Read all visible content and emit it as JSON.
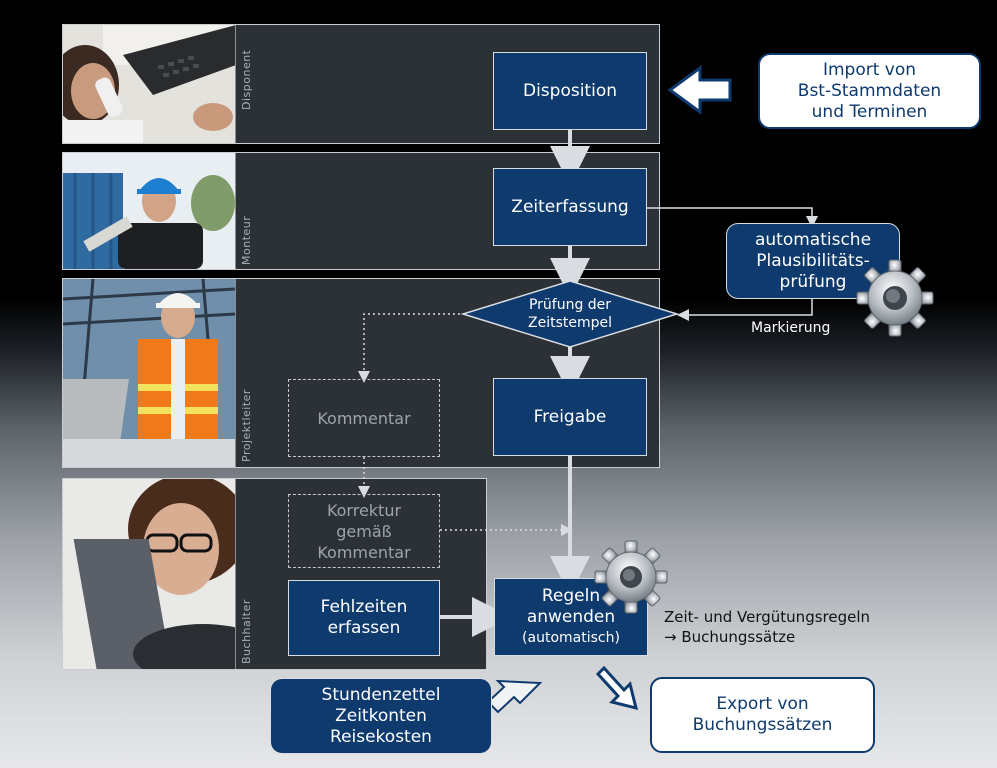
{
  "lanes": [
    {
      "role": "Disponent"
    },
    {
      "role": "Monteur"
    },
    {
      "role": "Projektleiter"
    },
    {
      "role": "Buchhalter"
    }
  ],
  "steps": {
    "disposition": "Disposition",
    "zeiterfassung": "Zeiterfassung",
    "pruefung": [
      "Prüfung der",
      "Zeitstempel"
    ],
    "freigabe": "Freigabe",
    "kommentar": "Kommentar",
    "korrektur": [
      "Korrektur",
      "gemäß",
      "Kommentar"
    ],
    "fehlzeiten": [
      "Fehlzeiten",
      "erfassen"
    ],
    "regeln": [
      "Regeln",
      "anwenden",
      "(automatisch)"
    ]
  },
  "side": {
    "import": [
      "Import von",
      "Bst-Stammdaten",
      "und Terminen"
    ],
    "plausi": [
      "automatische",
      "Plausibilitäts-",
      "prüfung"
    ],
    "markierung": "Markierung",
    "regeln_note": [
      "Zeit- und Vergütungsregeln",
      "→ Buchungssätze"
    ],
    "outputs": [
      "Stundenzettel",
      "Zeitkonten",
      "Reisekosten"
    ],
    "export": [
      "Export von",
      "Buchungssätzen"
    ]
  },
  "colors": {
    "box": "#0e3a6e",
    "lane": "#2c3136",
    "line": "#d9dde2"
  }
}
